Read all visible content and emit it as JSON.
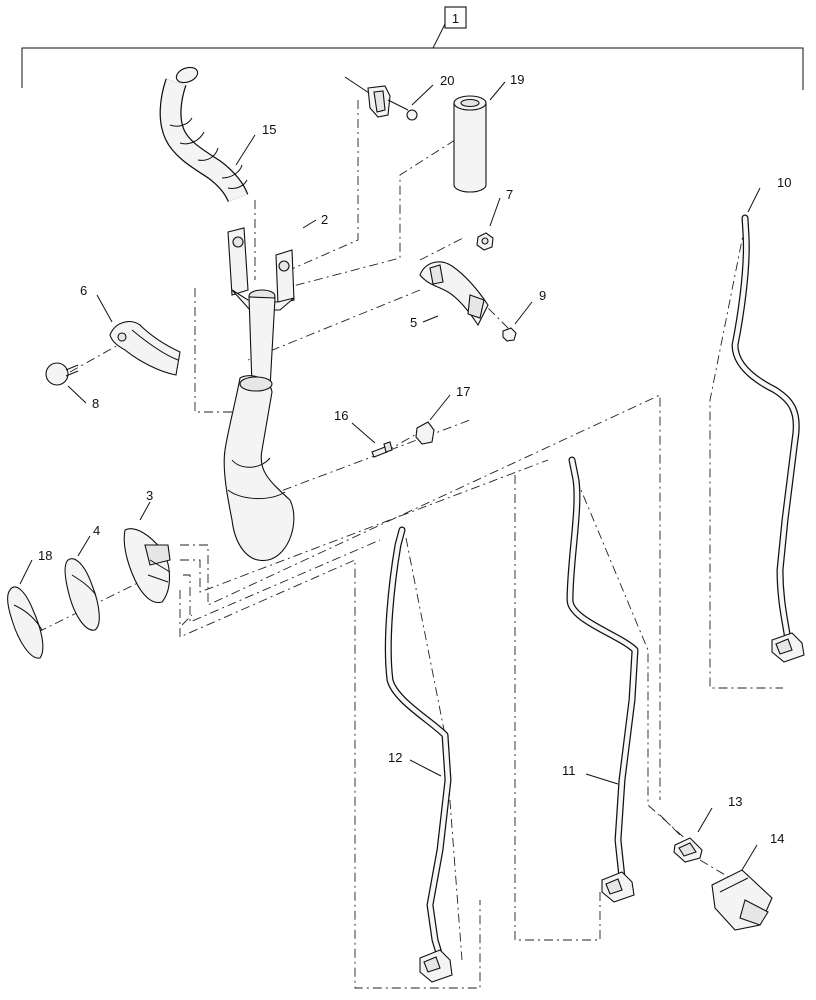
{
  "assembly_label": "1",
  "callouts": {
    "c2": "2",
    "c3": "3",
    "c4": "4",
    "c5": "5",
    "c6": "6",
    "c7": "7",
    "c8": "8",
    "c9": "9",
    "c10": "10",
    "c11": "11",
    "c12": "12",
    "c13": "13",
    "c14": "14",
    "c15": "15",
    "c16": "16",
    "c17": "17",
    "c18": "18",
    "c19": "19",
    "c20": "20"
  }
}
